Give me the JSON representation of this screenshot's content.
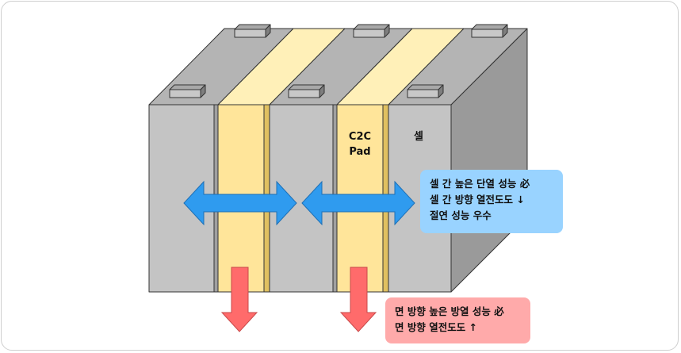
{
  "labels": {
    "pad_line1": "C2C",
    "pad_line2": "Pad",
    "cell": "셀"
  },
  "callout_thermal_in_plane": {
    "line1": "셀 간 높은 단열 성능 必",
    "line2": "셀 간 방향 열전도도 ↓",
    "line3": "절연 성능 우수"
  },
  "callout_thermal_through_plane": {
    "line1": "면 방향 높은 방열 성능 必",
    "line2": "면 방향 열전도도 ↑"
  },
  "colors": {
    "cell_front": "#c4c4c4",
    "cell_top": "#b4b4b4",
    "cell_side": "#9a9a9a",
    "pad_front": "#ffe59a",
    "pad_top": "#fff0b8",
    "arrow_blue": "#2f9bef",
    "arrow_red": "#ff6b6b",
    "callout_blue": "#99d3ff",
    "callout_red": "#ffaaaa"
  }
}
